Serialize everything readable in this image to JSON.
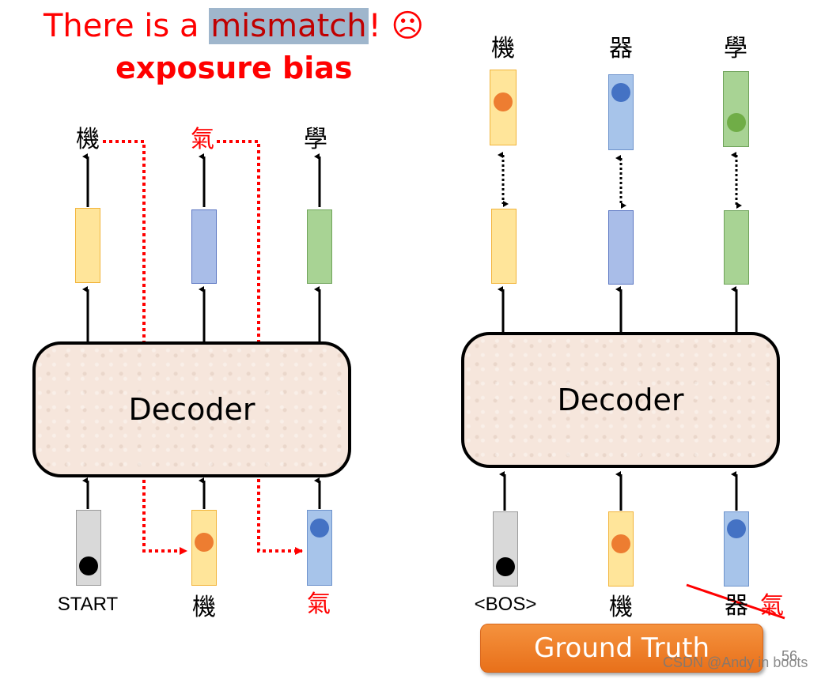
{
  "title": {
    "prefix": "There is a ",
    "highlight": "mismatch",
    "suffix": "! ☹",
    "subtitle": "exposure bias"
  },
  "left": {
    "outputs": [
      "機",
      "氣",
      "學"
    ],
    "decoder_label": "Decoder",
    "inputs": [
      "START",
      "機",
      "氣"
    ]
  },
  "right": {
    "outputs": [
      "機",
      "器",
      "學"
    ],
    "decoder_label": "Decoder",
    "inputs": [
      "<BOS>",
      "機",
      "器"
    ],
    "struck_char": "氣"
  },
  "button": {
    "label": "Ground Truth"
  },
  "page_number": "56",
  "watermark": "CSDN @Andy in boots",
  "colors": {
    "accent_red": "#ff0000",
    "yellow": "#ffe59a",
    "blue": "#a9bde8",
    "green": "#a8d394",
    "orange_button": "#ed7d31"
  }
}
